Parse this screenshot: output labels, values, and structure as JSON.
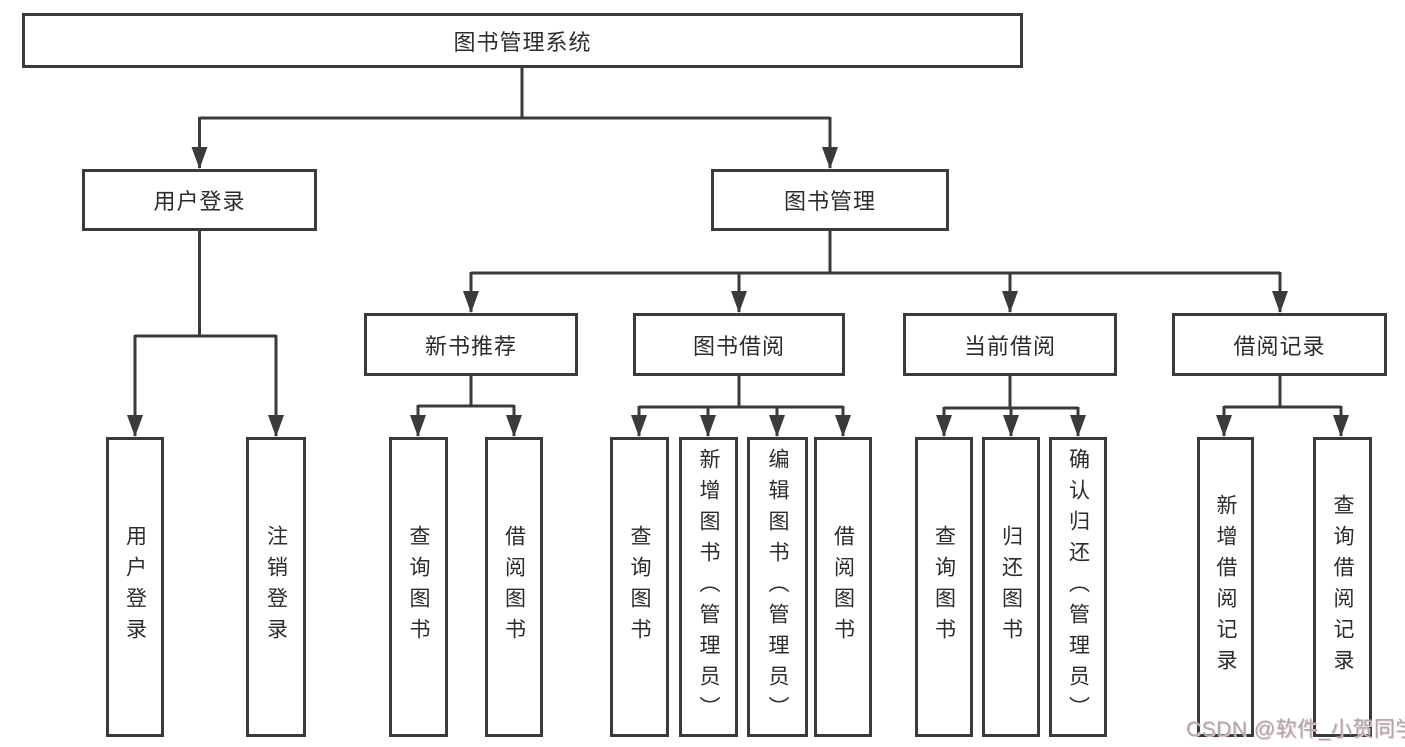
{
  "tree": {
    "root": {
      "label": "图书管理系统",
      "children": [
        {
          "label": "用户登录",
          "children": [
            {
              "label": "用户登录"
            },
            {
              "label": "注销登录"
            }
          ]
        },
        {
          "label": "图书管理",
          "children": [
            {
              "label": "新书推荐",
              "children": [
                {
                  "label": "查询图书"
                },
                {
                  "label": "借阅图书"
                }
              ]
            },
            {
              "label": "图书借阅",
              "children": [
                {
                  "label": "查询图书"
                },
                {
                  "label": "新增图书（管理员）"
                },
                {
                  "label": "编辑图书（管理员）"
                },
                {
                  "label": "借阅图书"
                }
              ]
            },
            {
              "label": "当前借阅",
              "children": [
                {
                  "label": "查询图书"
                },
                {
                  "label": "归还图书"
                },
                {
                  "label": "确认归还（管理员）"
                }
              ]
            },
            {
              "label": "借阅记录",
              "children": [
                {
                  "label": "新增借阅记录"
                },
                {
                  "label": "查询借阅记录"
                }
              ]
            }
          ]
        }
      ]
    }
  },
  "watermark": "CSDN @软件_小贺同学",
  "colors": {
    "line": "#3a3a3a",
    "box_border": "#3a3a3a",
    "text": "#2c2c2c",
    "background": "#ffffff",
    "watermark": "#a9a9b2",
    "watermark_accent": "#f0c3c3"
  }
}
